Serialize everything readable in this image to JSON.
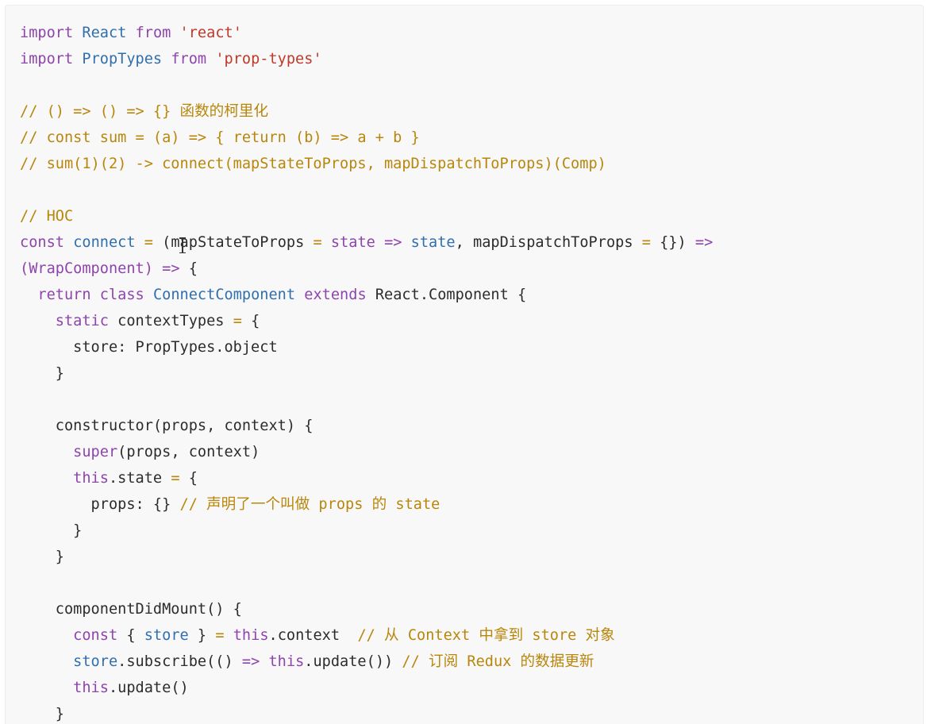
{
  "colors": {
    "keyword": "#8e44ad",
    "string": "#c0392b",
    "comment": "#b8860b",
    "builtin": "#2f6fae",
    "text": "#2c2c2c",
    "background": "#f8f8f8"
  },
  "cursor_icon": "text-cursor-icon",
  "code_lines": [
    [
      {
        "t": "import",
        "c": "kw"
      },
      {
        "t": " "
      },
      {
        "t": "React",
        "c": "type"
      },
      {
        "t": " "
      },
      {
        "t": "from",
        "c": "kw"
      },
      {
        "t": " "
      },
      {
        "t": "'react'",
        "c": "str"
      }
    ],
    [
      {
        "t": "import",
        "c": "kw"
      },
      {
        "t": " "
      },
      {
        "t": "PropTypes",
        "c": "type"
      },
      {
        "t": " "
      },
      {
        "t": "from",
        "c": "kw"
      },
      {
        "t": " "
      },
      {
        "t": "'prop-types'",
        "c": "str"
      }
    ],
    [],
    [
      {
        "t": "// () => () => {} 函数的柯里化",
        "c": "com"
      }
    ],
    [
      {
        "t": "// const sum = (a) => { return (b) => a + b }",
        "c": "com"
      }
    ],
    [
      {
        "t": "// sum(1)(2) -> connect(mapStateToProps, mapDispatchToProps)(Comp)",
        "c": "com"
      }
    ],
    [],
    [
      {
        "t": "// HOC",
        "c": "com"
      }
    ],
    [
      {
        "t": "const",
        "c": "kw"
      },
      {
        "t": " "
      },
      {
        "t": "connect",
        "c": "type"
      },
      {
        "t": " "
      },
      {
        "t": "=",
        "c": "com"
      },
      {
        "t": " (mapStateToProps "
      },
      {
        "t": "=",
        "c": "com"
      },
      {
        "t": " "
      },
      {
        "t": "state",
        "c": "kw"
      },
      {
        "t": " "
      },
      {
        "t": "=>",
        "c": "kw"
      },
      {
        "t": " "
      },
      {
        "t": "state",
        "c": "type"
      },
      {
        "t": ", mapDispatchToProps "
      },
      {
        "t": "=",
        "c": "com"
      },
      {
        "t": " {}) "
      },
      {
        "t": "=>",
        "c": "kw"
      }
    ],
    [
      {
        "t": "(WrapComponent)",
        "c": "kw"
      },
      {
        "t": " "
      },
      {
        "t": "=>",
        "c": "kw"
      },
      {
        "t": " {"
      }
    ],
    [
      {
        "t": "  "
      },
      {
        "t": "return",
        "c": "kw"
      },
      {
        "t": " "
      },
      {
        "t": "class",
        "c": "kw"
      },
      {
        "t": " "
      },
      {
        "t": "ConnectComponent",
        "c": "type"
      },
      {
        "t": " "
      },
      {
        "t": "extends",
        "c": "kw"
      },
      {
        "t": " React.Component {"
      }
    ],
    [
      {
        "t": "    "
      },
      {
        "t": "static",
        "c": "kw"
      },
      {
        "t": " contextTypes "
      },
      {
        "t": "=",
        "c": "com"
      },
      {
        "t": " {"
      }
    ],
    [
      {
        "t": "      store: PropTypes.object"
      }
    ],
    [
      {
        "t": "    }"
      }
    ],
    [],
    [
      {
        "t": "    constructor(props, context) {"
      }
    ],
    [
      {
        "t": "      "
      },
      {
        "t": "super",
        "c": "kw"
      },
      {
        "t": "(props, context)"
      }
    ],
    [
      {
        "t": "      "
      },
      {
        "t": "this",
        "c": "kw"
      },
      {
        "t": ".state "
      },
      {
        "t": "=",
        "c": "com"
      },
      {
        "t": " {"
      }
    ],
    [
      {
        "t": "        props: {} "
      },
      {
        "t": "// 声明了一个叫做 props 的 state",
        "c": "com"
      }
    ],
    [
      {
        "t": "      }"
      }
    ],
    [
      {
        "t": "    }"
      }
    ],
    [],
    [
      {
        "t": "    componentDidMount() {"
      }
    ],
    [
      {
        "t": "      "
      },
      {
        "t": "const",
        "c": "kw"
      },
      {
        "t": " { "
      },
      {
        "t": "store",
        "c": "type"
      },
      {
        "t": " } "
      },
      {
        "t": "=",
        "c": "com"
      },
      {
        "t": " "
      },
      {
        "t": "this",
        "c": "kw"
      },
      {
        "t": ".context  "
      },
      {
        "t": "// 从 Context 中拿到 store 对象",
        "c": "com"
      }
    ],
    [
      {
        "t": "      "
      },
      {
        "t": "store",
        "c": "type"
      },
      {
        "t": ".subscribe(() "
      },
      {
        "t": "=>",
        "c": "kw"
      },
      {
        "t": " "
      },
      {
        "t": "this",
        "c": "kw"
      },
      {
        "t": ".update()) "
      },
      {
        "t": "// 订阅 Redux 的数据更新",
        "c": "com"
      }
    ],
    [
      {
        "t": "      "
      },
      {
        "t": "this",
        "c": "kw"
      },
      {
        "t": ".update()"
      }
    ],
    [
      {
        "t": "    }"
      }
    ]
  ]
}
